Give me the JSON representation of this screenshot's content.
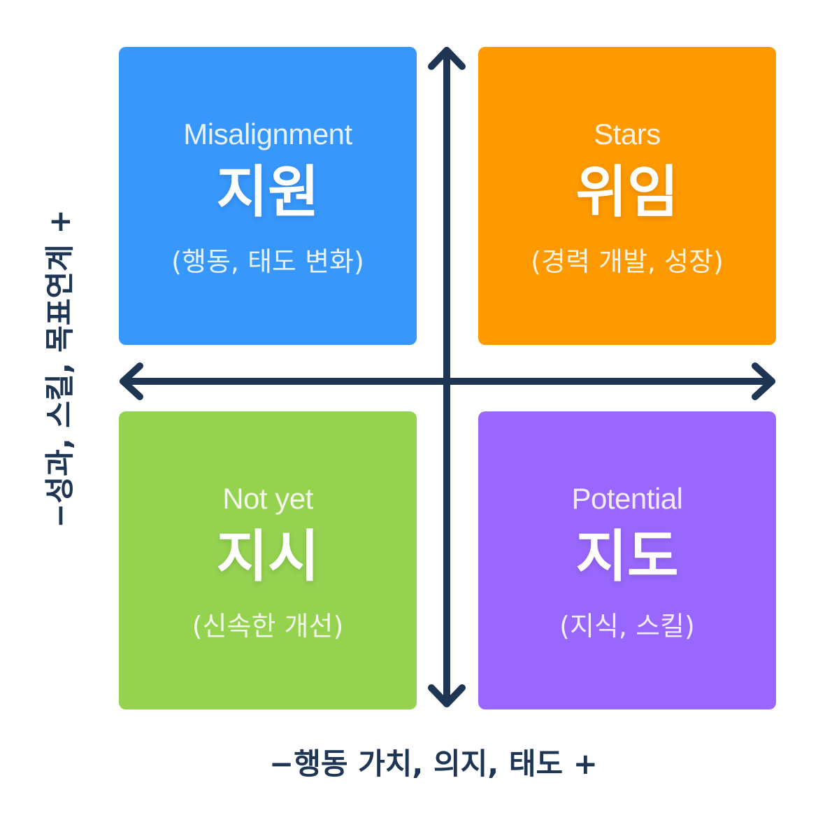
{
  "colors": {
    "axis": "#1f3554",
    "text_on_box": "#ffffff"
  },
  "quadrants": [
    {
      "position": "top-left",
      "english": "Misalignment",
      "korean": "지원",
      "description": "(행동, 태도 변화)",
      "color": "#3797fb"
    },
    {
      "position": "top-right",
      "english": "Stars",
      "korean": "위임",
      "description": "(경력 개발, 성장)",
      "color": "#fe9900"
    },
    {
      "position": "bottom-left",
      "english": "Not yet",
      "korean": "지시",
      "description": "(신속한 개선)",
      "color": "#94d250"
    },
    {
      "position": "bottom-right",
      "english": "Potential",
      "korean": "지도",
      "description": "(지식, 스킬)",
      "color": "#9967fd"
    }
  ],
  "axes": {
    "x_label": "−행동 가치, 의지, 태도 +",
    "y_label": "−성과, 스킬, 목표연계 +"
  }
}
